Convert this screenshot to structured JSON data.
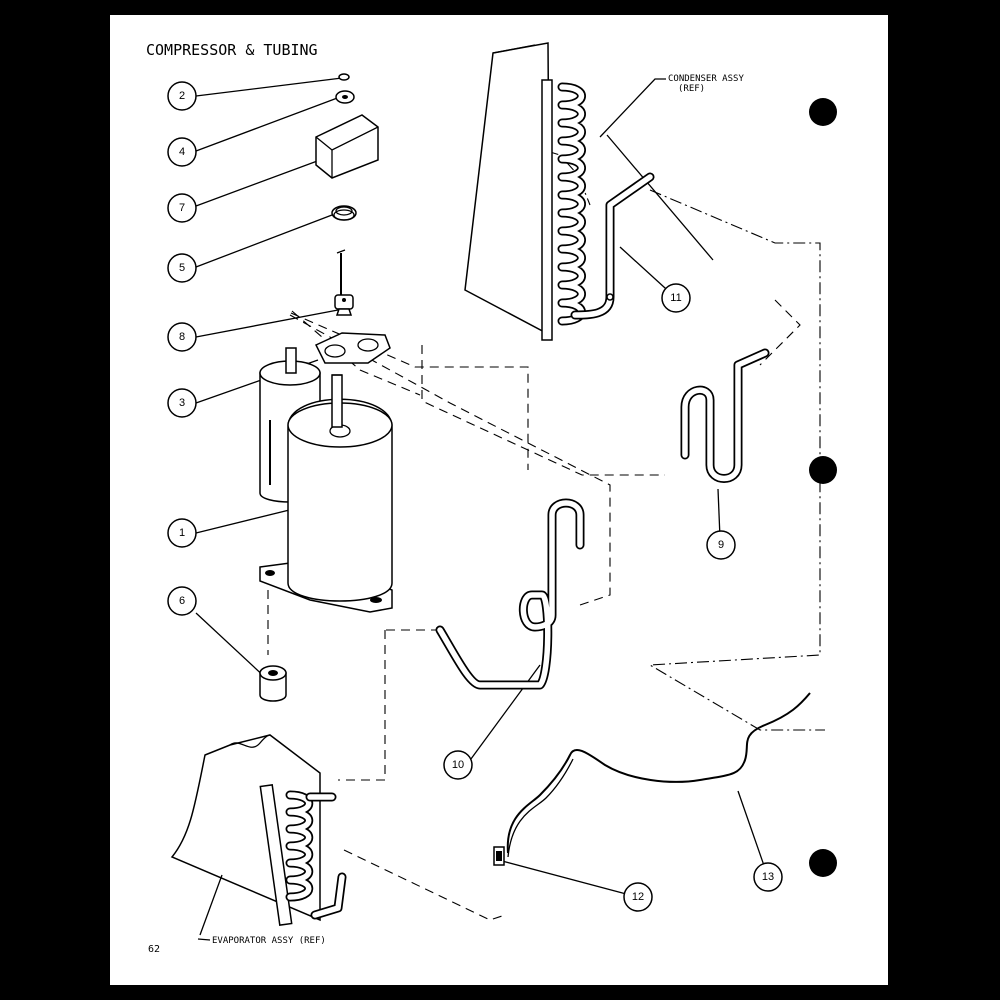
{
  "title": "COMPRESSOR & TUBING",
  "page_number": "62",
  "labels": {
    "condenser": "CONDENSER ASSY",
    "condenser_ref": "(REF)",
    "evaporator": "EVAPORATOR ASSY (REF)"
  },
  "callouts": {
    "c1": "1",
    "c2": "2",
    "c3": "3",
    "c4": "4",
    "c5": "5",
    "c6": "6",
    "c7": "7",
    "c8": "8",
    "c9": "9",
    "c10": "10",
    "c11": "11",
    "c12": "12",
    "c13": "13"
  }
}
